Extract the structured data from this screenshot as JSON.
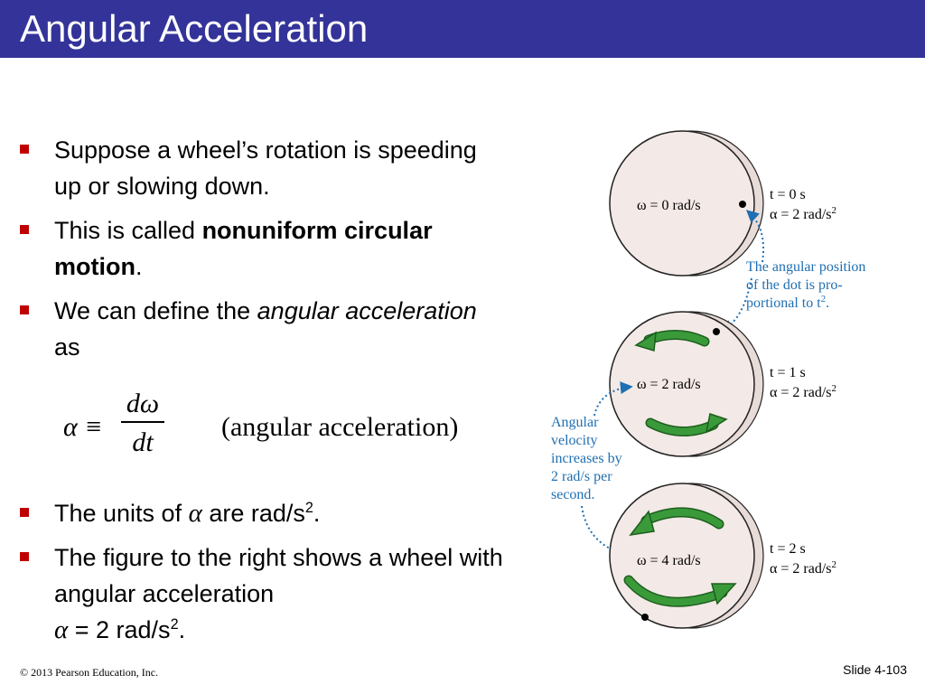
{
  "slide": {
    "title": "Angular Acceleration"
  },
  "bullets": {
    "b1": "Suppose a wheel’s rotation is speeding up or slowing down.",
    "b2_pre": "This is called ",
    "b2_bold": "nonuniform circular motion",
    "b2_post": ".",
    "b3_pre": "We can define the ",
    "b3_italic": "angular acceleration",
    "b3_post": " as",
    "b4_pre": "The units of ",
    "b4_symbol": "α",
    "b4_mid": " are rad/s",
    "b4_sup": "2",
    "b4_post": ".",
    "b5_line": "The figure to the right shows a wheel with angular acceleration",
    "b5_symbol": "α",
    "b5_eq": " = 2 rad/s",
    "b5_sup": "2",
    "b5_post": "."
  },
  "equation": {
    "lhs": "α ≡",
    "numerator": "dω",
    "denominator": "dt",
    "name": "(angular acceleration)"
  },
  "figure": {
    "wheels": [
      {
        "omega": "ω = 0 rad/s",
        "t": "t = 0 s",
        "alpha": "α = 2 rad/s",
        "alpha_sup": "2"
      },
      {
        "omega": "ω = 2 rad/s",
        "t": "t = 1 s",
        "alpha": "α = 2 rad/s",
        "alpha_sup": "2"
      },
      {
        "omega": "ω = 4 rad/s",
        "t": "t = 2 s",
        "alpha": "α = 2 rad/s",
        "alpha_sup": "2"
      }
    ],
    "note_position": [
      "The angular position",
      "of the dot is pro-",
      "portional to t",
      "2",
      "."
    ],
    "note_velocity": [
      "Angular",
      "velocity",
      "increases by",
      "2 rad/s per",
      "second."
    ],
    "colors": {
      "wheel_fill": "#f3e9e6",
      "arrow_green": "#3a9a3a",
      "note_blue": "#1f6fb2"
    }
  },
  "footer": {
    "copyright": "© 2013 Pearson Education, Inc.",
    "slide_number": "Slide 4-103"
  },
  "colors": {
    "title_bar": "#333399",
    "bullet_marker": "#c00000"
  }
}
